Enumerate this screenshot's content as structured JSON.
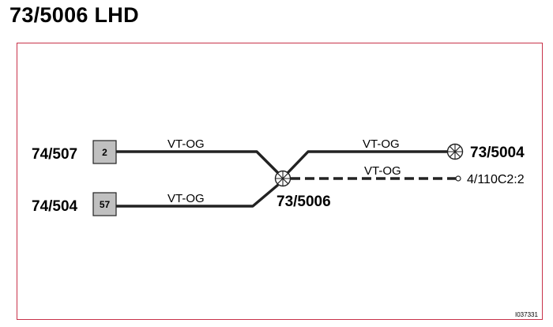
{
  "title": "73/5006 LHD",
  "connectors": [
    {
      "id": "74/507",
      "pin": "2"
    },
    {
      "id": "74/504",
      "pin": "57"
    }
  ],
  "splice_center": "73/5006",
  "splice_right": "73/5004",
  "terminal": "4/110C2:2",
  "wires": {
    "top_left": "VT-OG",
    "bottom_left": "VT-OG",
    "top_right": "VT-OG",
    "dashed_right": "VT-OG"
  },
  "image_ref": "I037331",
  "colors": {
    "frame": "#c8324a",
    "pin_box_fill": "#c0c0c0",
    "wire": "#222222"
  }
}
